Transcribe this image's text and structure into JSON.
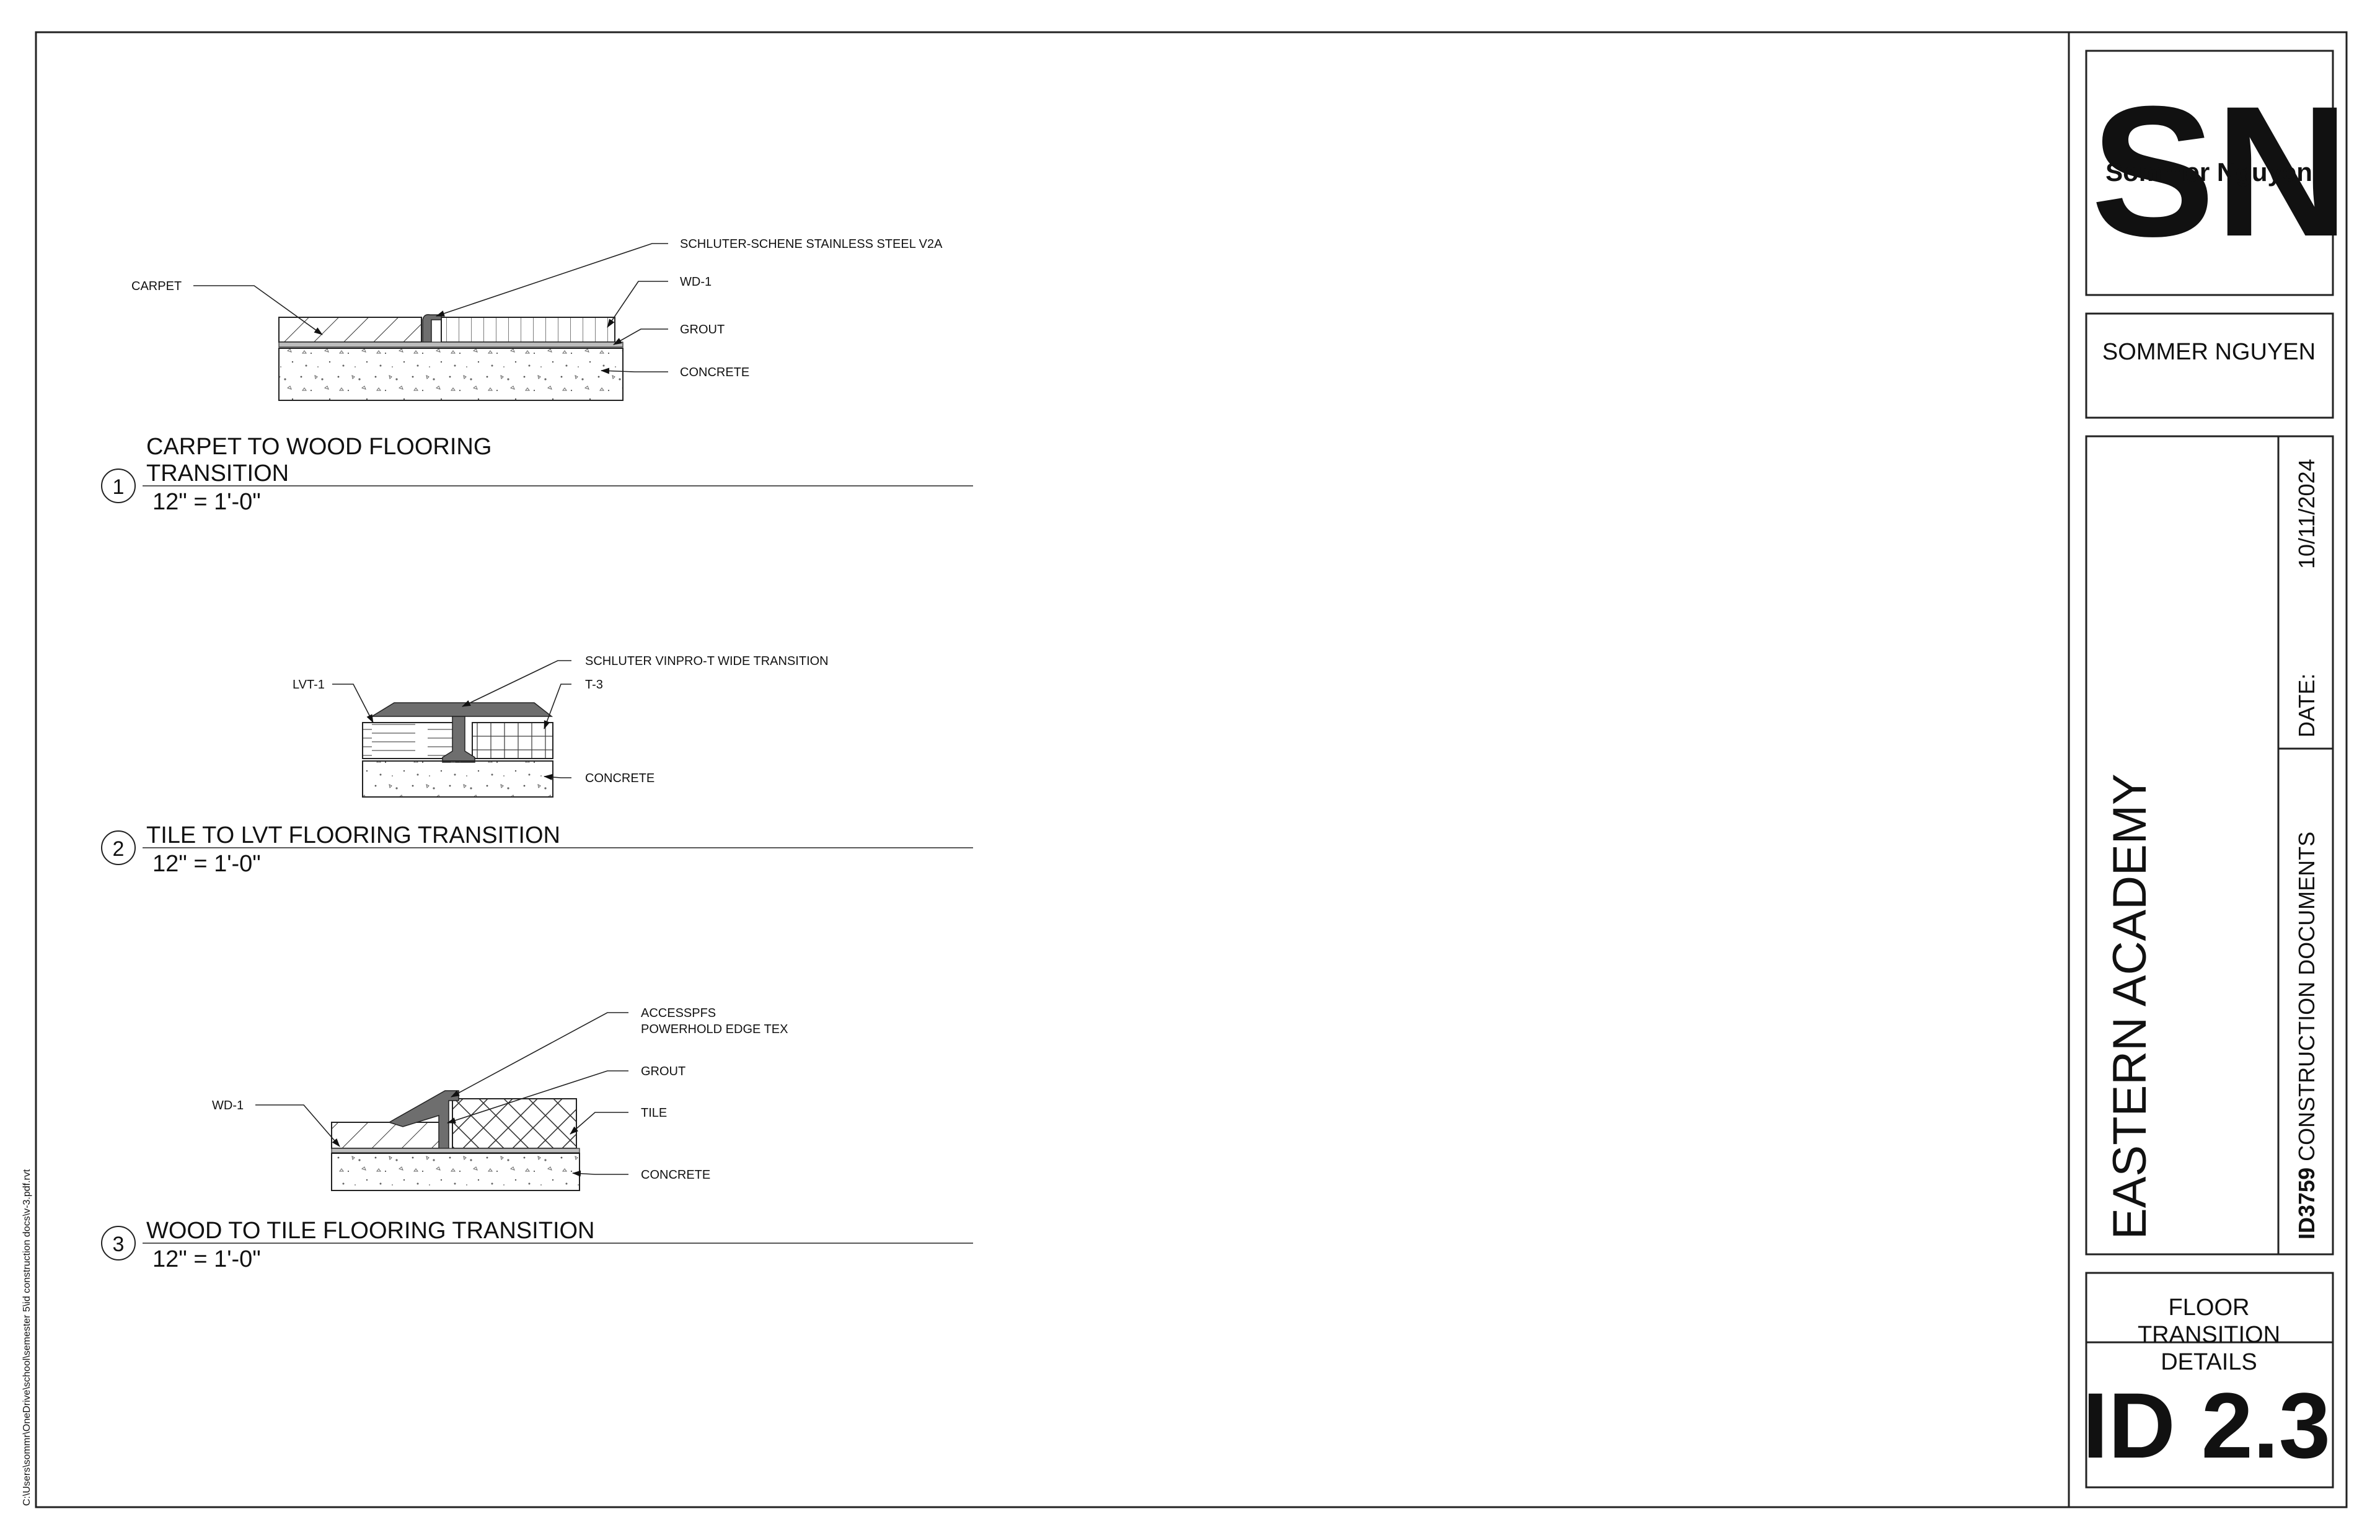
{
  "file_path": "C:\\Users\\sommr\\OneDrive\\school\\semester 5\\id construction docs\\v-3.pdf.rvt",
  "details": [
    {
      "number": "1",
      "title_lines": [
        "CARPET TO WOOD FLOORING",
        "TRANSITION"
      ],
      "scale": "12\" = 1'-0\"",
      "labels": {
        "carpet": "CARPET",
        "profile": "SCHLUTER-SCHENE STAINLESS STEEL V2A",
        "wood": "WD-1",
        "grout": "GROUT",
        "concrete": "CONCRETE"
      }
    },
    {
      "number": "2",
      "title_lines": [
        "TILE TO LVT FLOORING TRANSITION"
      ],
      "scale": "12\" = 1'-0\"",
      "labels": {
        "lvt": "LVT-1",
        "profile": "SCHLUTER VINPRO-T WIDE TRANSITION",
        "tile": "T-3",
        "concrete": "CONCRETE"
      }
    },
    {
      "number": "3",
      "title_lines": [
        "WOOD TO TILE FLOORING TRANSITION"
      ],
      "scale": "12\" = 1'-0\"",
      "labels": {
        "profile_line1": "ACCESSPFS",
        "profile_line2": "POWERHOLD EDGE TEX",
        "grout": "GROUT",
        "wood": "WD-1",
        "tile": "TILE",
        "concrete": "CONCRETE"
      }
    }
  ],
  "title_block": {
    "logo_text": "Sommer Nguyen",
    "logo_monogram": "SN",
    "designer": "SOMMER NGUYEN",
    "project": "EASTERN ACADEMY",
    "course_code": "ID3759",
    "phase": "CONSTRUCTION DOCUMENTS",
    "date_label": "DATE:",
    "date": "10/11/2024",
    "sheet_title_lines": [
      "FLOOR",
      "TRANSITION",
      "DETAILS"
    ],
    "sheet_number": "ID 2.3"
  },
  "colors": {
    "line": "#222222",
    "profile_fill": "#6e6e6e",
    "monogram": "#c7d3dd"
  }
}
